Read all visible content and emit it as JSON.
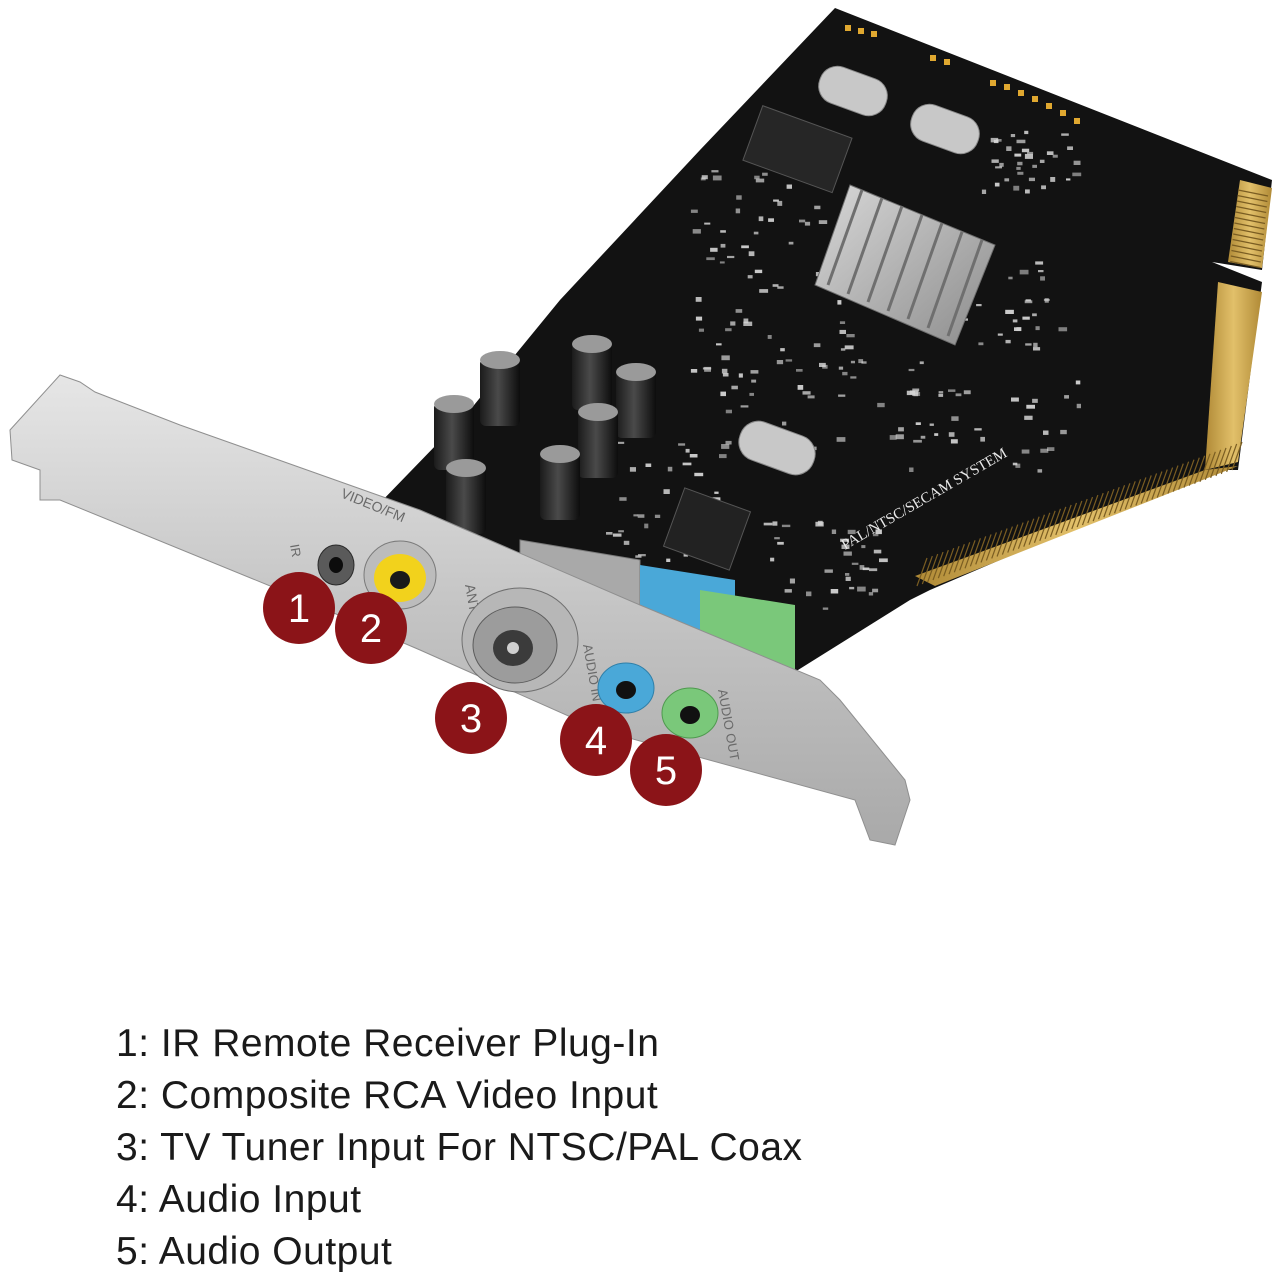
{
  "callouts": [
    {
      "number": "1",
      "port": "ir-remote"
    },
    {
      "number": "2",
      "port": "rca-video"
    },
    {
      "number": "3",
      "port": "tv-tuner"
    },
    {
      "number": "4",
      "port": "audio-input"
    },
    {
      "number": "5",
      "port": "audio-output"
    }
  ],
  "board_print": {
    "system": "PAL/NTSC/SECAM SYSTEM",
    "video_label": "VIDEO/FM",
    "ant_label": "ANT",
    "audio_in_label": "AUDIO IN",
    "audio_out_label": "AUDIO OUT",
    "ir_label": "IR"
  },
  "legend": [
    "1: IR Remote Receiver Plug-In",
    "2: Composite RCA Video Input",
    "3: TV Tuner Input For NTSC/PAL Coax",
    "4: Audio Input",
    "5: Audio Output"
  ],
  "colors": {
    "callout": "#8b1418",
    "pcb": "#121212",
    "gold_contacts": "#c9a24a",
    "bracket": "#c9c9c9",
    "rca_yellow": "#f2d21c",
    "audio_in_blue": "#4aa8d8",
    "audio_out_green": "#7ac87a"
  }
}
